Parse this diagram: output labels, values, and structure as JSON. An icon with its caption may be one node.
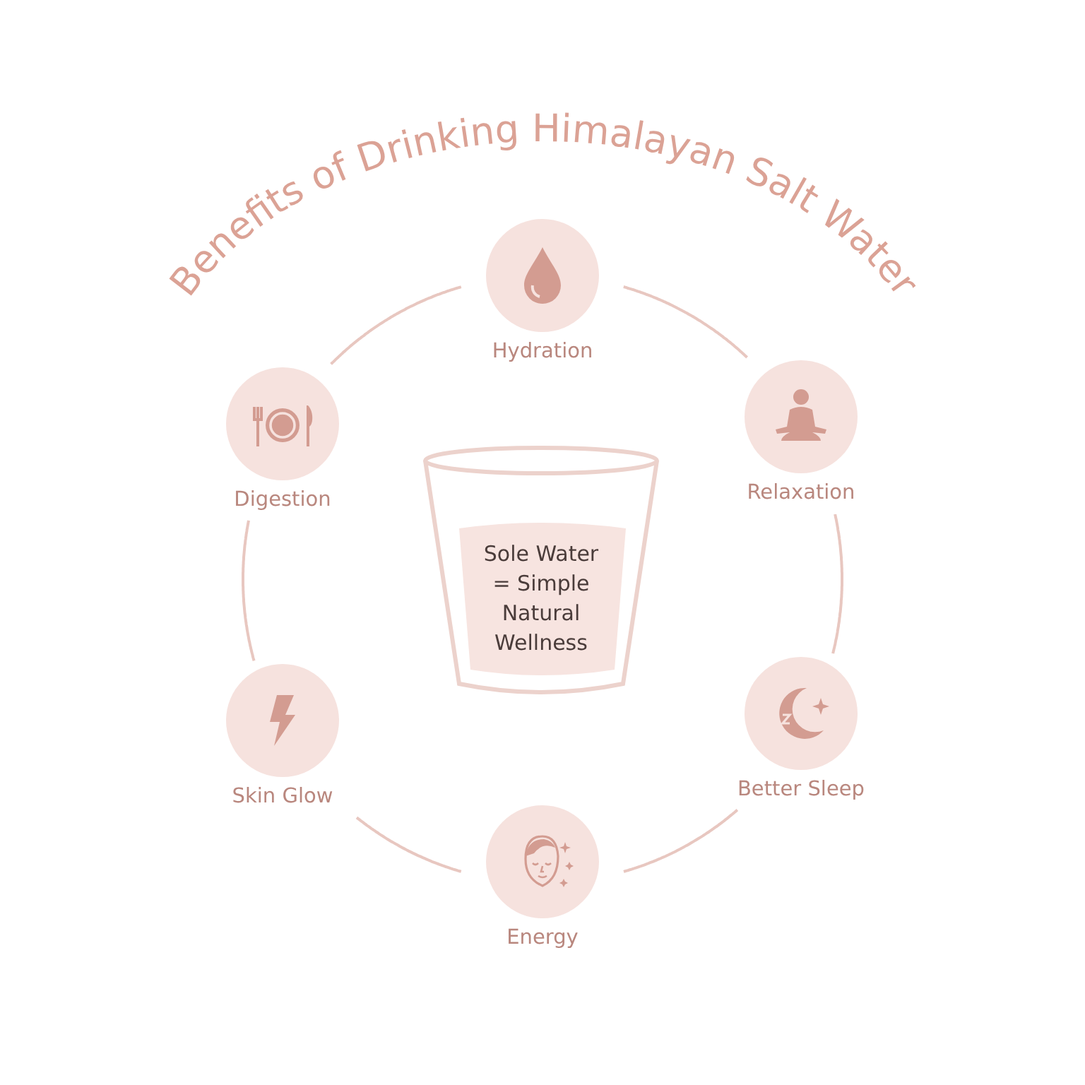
{
  "diagram": {
    "title": "Benefits of Drinking Himalayan Salt Water",
    "nodes": [
      {
        "text": [
          "Hydration"
        ]
      },
      {
        "text": [
          "Digestion"
        ]
      },
      {
        "text": [
          "Relaxation"
        ]
      },
      {
        "text": [
          "Sole Water = Simple Natural Wellness"
        ]
      },
      {
        "text": [
          "Skin Glow"
        ]
      },
      {
        "text": [
          "Better Sleep"
        ]
      },
      {
        "text": [
          "Energy"
        ]
      }
    ],
    "edges": [
      {
        "from": 0,
        "to": 2,
        "arrow": "none"
      },
      {
        "from": 2,
        "to": 5,
        "arrow": "none"
      },
      {
        "from": 5,
        "to": 6,
        "arrow": "none"
      },
      {
        "from": 6,
        "to": 4,
        "arrow": "none"
      },
      {
        "from": 4,
        "to": 1,
        "arrow": "none"
      },
      {
        "from": 1,
        "to": 0,
        "arrow": "none"
      }
    ]
  }
}
